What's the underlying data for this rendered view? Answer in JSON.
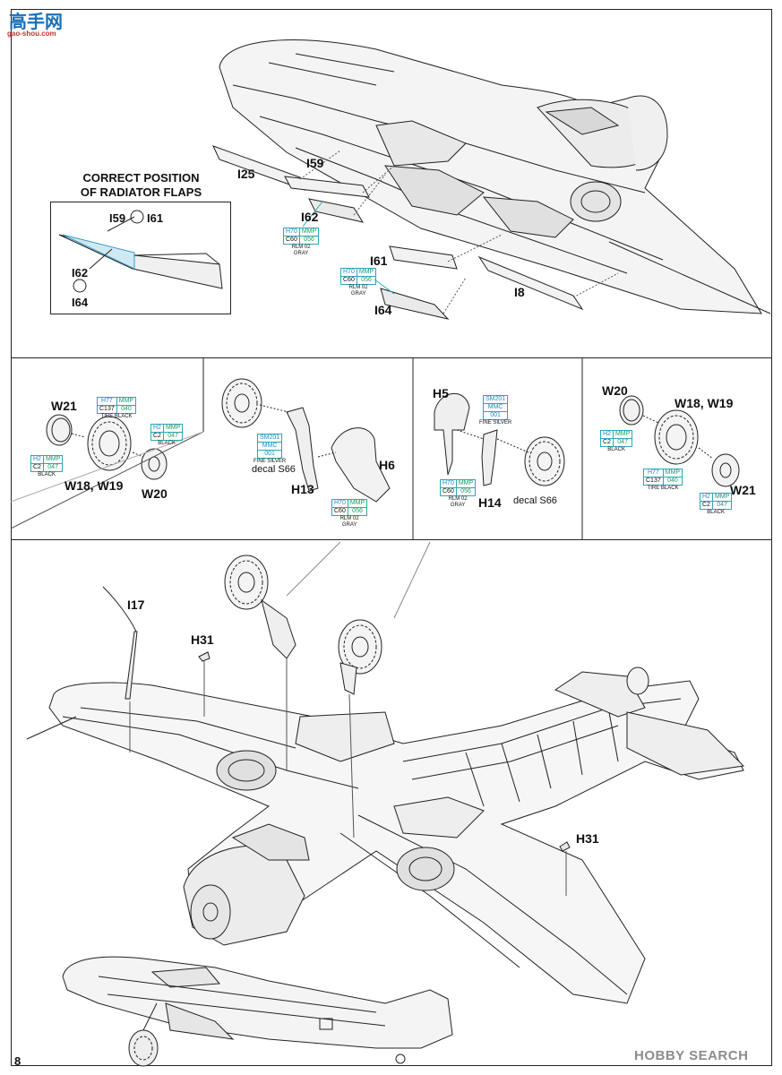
{
  "page": {
    "number": "8"
  },
  "logo": {
    "chinese": "高手网",
    "url_text": "gao-shou.com"
  },
  "watermark": {
    "text": "HOBBY SEARCH"
  },
  "inset": {
    "title_line1": "CORRECT POSITION",
    "title_line2": "OF RADIATOR FLAPS",
    "label_a": "I59",
    "label_b": "I61",
    "label_c": "I62",
    "label_d": "I64"
  },
  "top_section": {
    "labels": {
      "i25": "I25",
      "i59": "I59",
      "i62": "I62",
      "i61": "I61",
      "i8": "I8",
      "i64": "I64"
    },
    "callout1": {
      "r1a": "H70",
      "r1b": "MMP",
      "r2a": "C60",
      "r2b": "056",
      "name1": "RLM 02",
      "name2": "GRAY"
    },
    "callout2": {
      "r1a": "H70",
      "r1b": "MMP",
      "r2a": "C60",
      "r2b": "056",
      "name1": "RLM 02",
      "name2": "GRAY"
    }
  },
  "panel1": {
    "labels": {
      "w21": "W21",
      "w18": "W18, W19",
      "w20": "W20"
    },
    "callout_tire": {
      "r1a": "H77",
      "r1b": "MMP",
      "r2a": "C137",
      "r2b": "040",
      "name1": "TIRE BLACK"
    },
    "callout_black_a": {
      "r1a": "H2",
      "r1b": "MMP",
      "r2a": "C2",
      "r2b": "047",
      "name1": "BLACK"
    },
    "callout_black_b": {
      "r1a": "H2",
      "r1b": "MMP",
      "r2a": "C2",
      "r2b": "047",
      "name1": "BLACK"
    }
  },
  "panel2": {
    "labels": {
      "h6": "H6",
      "h13": "H13"
    },
    "decal": "decal S66",
    "callout_silver": {
      "r1": "SM201",
      "r2": "MMC",
      "r3": "001",
      "name1": "FINE SILVER"
    },
    "callout_gray": {
      "r1a": "H70",
      "r1b": "MMP",
      "r2a": "C60",
      "r2b": "056",
      "name1": "RLM 02",
      "name2": "GRAY"
    }
  },
  "panel3": {
    "labels": {
      "h5": "H5",
      "h14": "H14"
    },
    "decal": "decal S66",
    "callout_silver": {
      "r1": "SM201",
      "r2": "MMC",
      "r3": "001",
      "name1": "FINE SILVER"
    },
    "callout_gray": {
      "r1a": "H70",
      "r1b": "MMP",
      "r2a": "C60",
      "r2b": "056",
      "name1": "RLM 02",
      "name2": "GRAY"
    }
  },
  "panel4": {
    "labels": {
      "w20": "W20",
      "w18": "W18, W19",
      "w21": "W21"
    },
    "callout_black_a": {
      "r1a": "H2",
      "r1b": "MMP",
      "r2a": "C2",
      "r2b": "047",
      "name1": "BLACK"
    },
    "callout_tire": {
      "r1a": "H77",
      "r1b": "MMP",
      "r2a": "C137",
      "r2b": "040",
      "name1": "TIRE BLACK"
    },
    "callout_black_b": {
      "r1a": "H2",
      "r1b": "MMP",
      "r2a": "C2",
      "r2b": "047",
      "name1": "BLACK"
    }
  },
  "bottom_section": {
    "labels": {
      "i17": "I17",
      "h31_left": "H31",
      "h31_right": "H31"
    }
  }
}
